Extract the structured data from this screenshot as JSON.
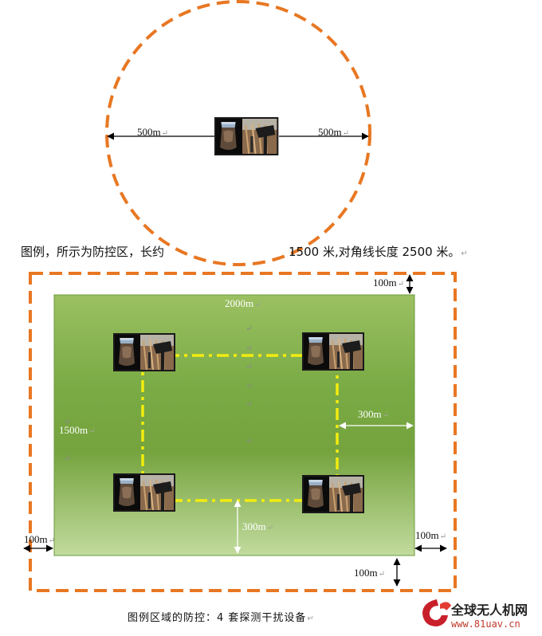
{
  "top_diagram": {
    "left_distance": "500m",
    "right_distance": "500m"
  },
  "legend_text": {
    "visible_start": "图例，所示为防控区，长约",
    "visible_end": "1500 米,对角线长度 2500 米。"
  },
  "main_diagram": {
    "width_label": "2000m",
    "height_label": "1500m",
    "inner_offset_right": "300m",
    "inner_offset_bottom": "300m",
    "margin_top": "100m",
    "margin_left": "100m",
    "margin_right": "100m",
    "margin_bottom": "100m"
  },
  "caption": "图例区域的防控：4 套探测干扰设备",
  "return_mark": "↵",
  "watermark": {
    "name": "全球无人机网",
    "url": "www.81uav.cn"
  },
  "colors": {
    "orange_dash": "#E87722",
    "yellow_dash": "#F2EC0F",
    "field_top": "#9BC062",
    "field_mid": "#76A641",
    "field_bottom": "#BDD69A",
    "watermark_red": "#C8202A"
  },
  "icons": [
    "radar-device-icon",
    "arrow-icon",
    "watermark-logo-icon"
  ]
}
